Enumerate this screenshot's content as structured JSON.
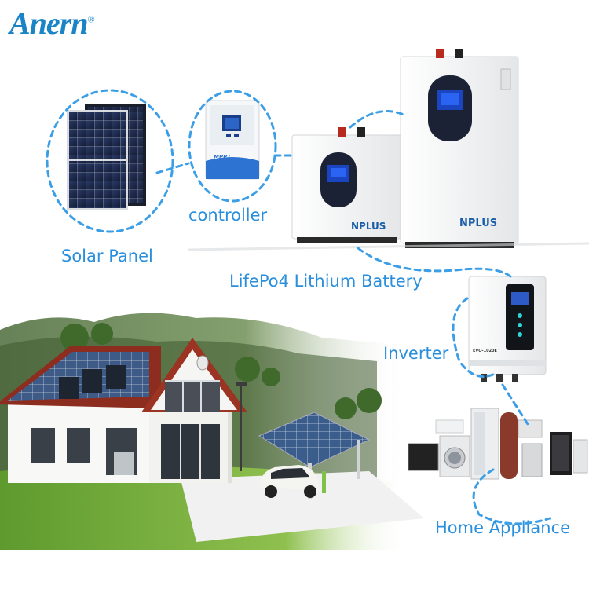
{
  "brand": {
    "logo_text": "Anern",
    "logo_mark": "®"
  },
  "nodes": {
    "solar_panel": "Solar Panel",
    "controller": "controller",
    "battery": "LifePo4 Lithium Battery",
    "inverter": "Inverter",
    "home_appliance": "Home Appliance"
  },
  "controller_device": {
    "badge": "MPPT"
  },
  "battery_device": {
    "brand": "NPLUS"
  },
  "inverter_device": {
    "model": "EVO-1020E"
  },
  "colors": {
    "accent": "#2a8fdc",
    "connector": "#3b9ee6",
    "brand": "#1b84c6"
  }
}
